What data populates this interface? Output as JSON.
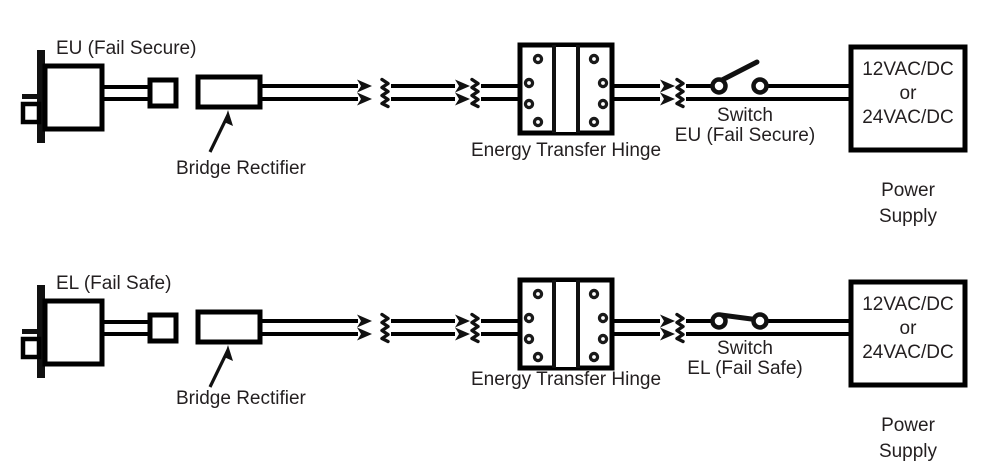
{
  "diagram": {
    "title_present": false,
    "background_color": "#ffffff",
    "line_color": "#000000",
    "text_color": "#231f20",
    "rows": [
      {
        "id": "row-eu",
        "lock_label": "EU (Fail Secure)",
        "rectifier_label": "Bridge Rectifier",
        "hinge_label": "Energy Transfer Hinge",
        "switch_label_line1": "Switch",
        "switch_label_line2": "EU (Fail Secure)",
        "switch_state": "open",
        "power_supply": {
          "line1": "12VAC/DC",
          "line2": "or",
          "line3": "24VAC/DC",
          "caption_line1": "Power",
          "caption_line2": "Supply"
        }
      },
      {
        "id": "row-el",
        "lock_label": "EL (Fail Safe)",
        "rectifier_label": "Bridge Rectifier",
        "hinge_label": "Energy Transfer Hinge",
        "switch_label_line1": "Switch",
        "switch_label_line2": "EL (Fail Safe)",
        "switch_state": "closed",
        "power_supply": {
          "line1": "12VAC/DC",
          "line2": "or",
          "line3": "24VAC/DC",
          "caption_line1": "Power",
          "caption_line2": "Supply"
        }
      }
    ],
    "components": {
      "lock": "electric-lock-body",
      "connector": "inline-connector",
      "rectifier": "bridge-rectifier",
      "hinge": "energy-transfer-hinge",
      "switch": "toggle-switch",
      "power_supply": "power-supply",
      "wire_break": "wire-break-symbol"
    }
  }
}
